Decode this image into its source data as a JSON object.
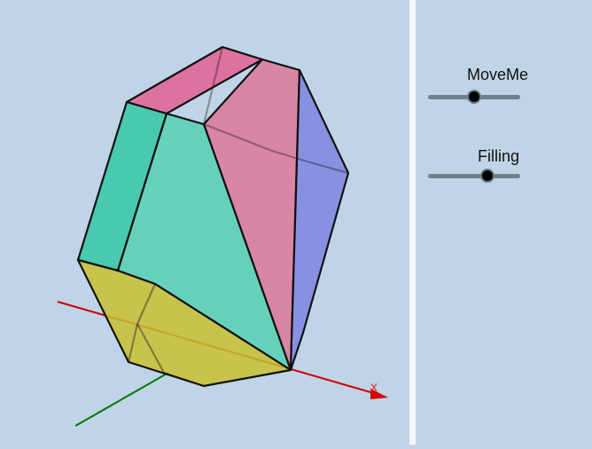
{
  "graphics3d": {
    "axis_x_label": "x",
    "colors": {
      "pink": "#e0608f",
      "blue": "#6f78dd",
      "teal": "#3cc8a8",
      "yellow": "#c8c030",
      "axis_x": "#d00000",
      "axis_y": "#007700"
    }
  },
  "sliders": [
    {
      "label": "MoveMe",
      "value_fraction": 0.5
    },
    {
      "label": "Filling",
      "value_fraction": 0.64
    }
  ]
}
